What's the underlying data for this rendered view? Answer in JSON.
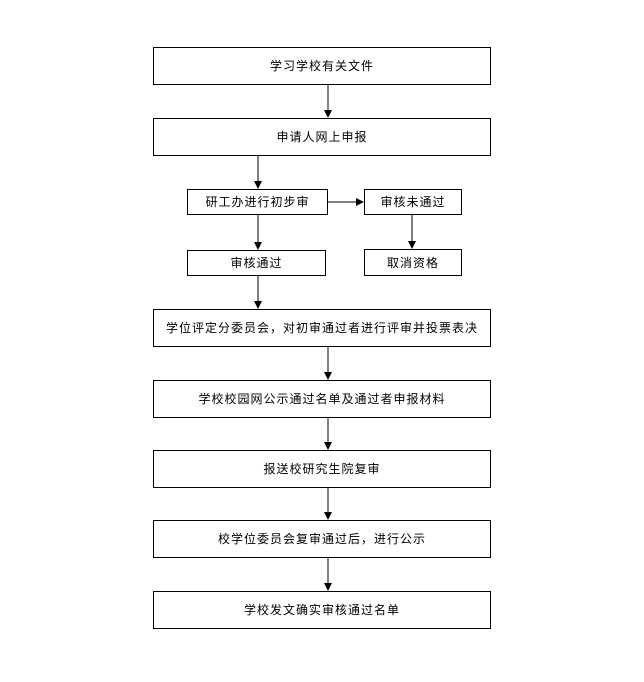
{
  "flowchart": {
    "steps": {
      "study_documents": "学习学校有关文件",
      "online_application": "申请人网上申报",
      "preliminary_review": "研工办进行初步审",
      "review_failed": "审核未通过",
      "review_passed": "审核通过",
      "cancel_qualification": "取消资格",
      "committee_vote": "学位评定分委员会，对初审通过者进行评审并投票表决",
      "campus_publicity": "学校校园网公示通过名单及通过者申报材料",
      "graduate_school_recheck": "报送校研究生院复审",
      "university_committee_publicity": "校学位委员会复审通过后，进行公示",
      "official_notice": "学校发文确实审核通过名单"
    }
  }
}
